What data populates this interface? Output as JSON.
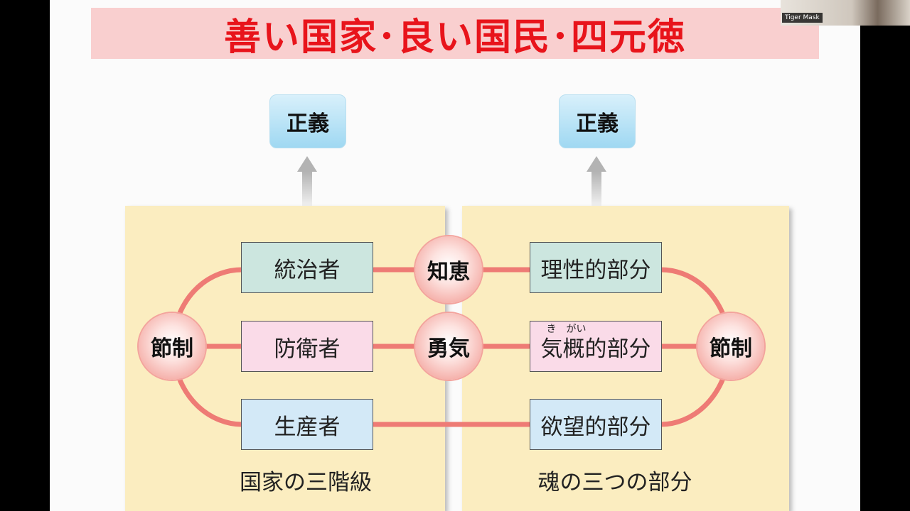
{
  "title": "善い国家･良い国民･四元徳",
  "justice": {
    "left": "正義",
    "right": "正義"
  },
  "state": {
    "ruler": "統治者",
    "guardian": "防衛者",
    "producer": "生産者",
    "caption": "国家の三階級"
  },
  "soul": {
    "rational": "理性的部分",
    "spirited_kanji": "気概",
    "spirited_ruby": "き　がい",
    "spirited_rest": "的部分",
    "appetitive": "欲望的部分",
    "caption": "魂の三つの部分"
  },
  "virtues": {
    "wisdom": "知恵",
    "courage": "勇気",
    "temperance_left": "節制",
    "temperance_right": "節制"
  },
  "video_overlay": {
    "participant_name": "Tiger Mask"
  },
  "colors": {
    "title": "#e8141b",
    "title_band": "#f9cfcf",
    "panel": "#fbedc0",
    "connector": "#ee7b75"
  }
}
